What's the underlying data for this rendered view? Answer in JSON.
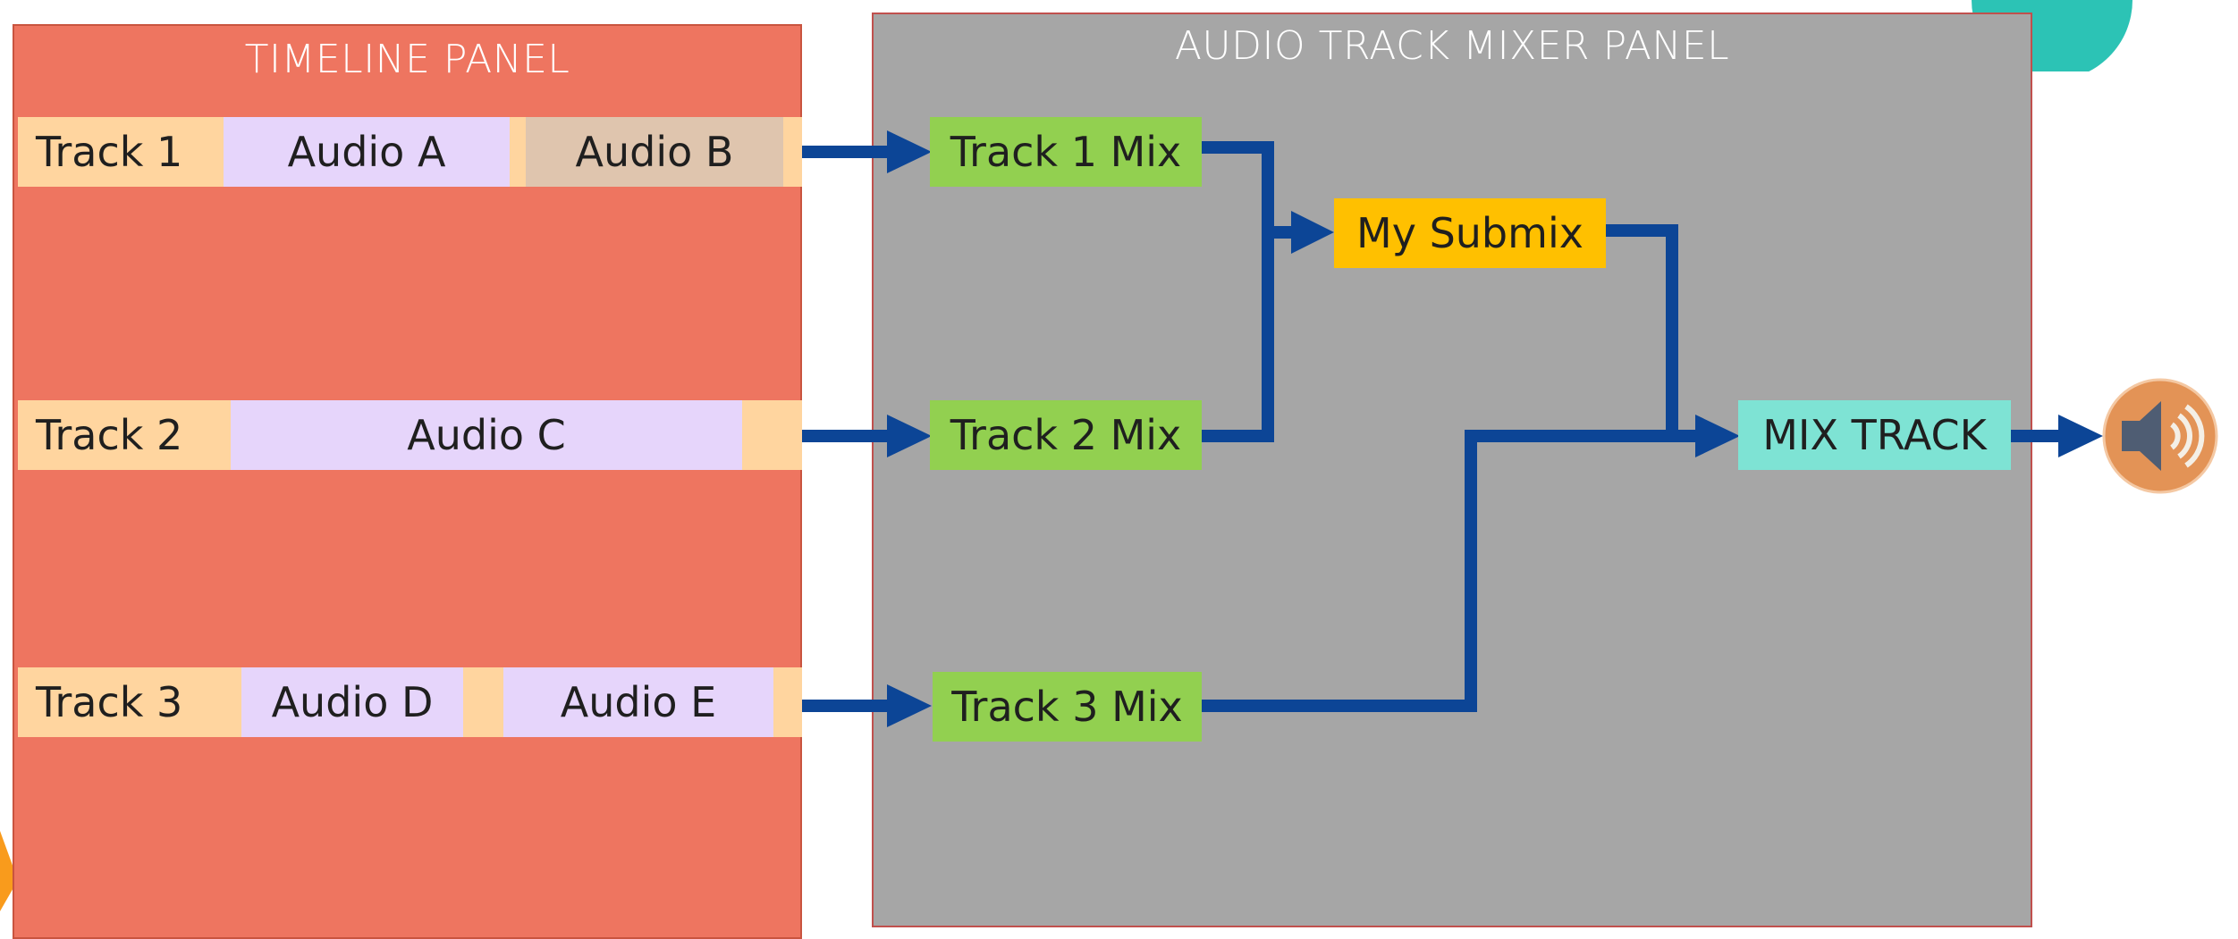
{
  "colors": {
    "timeline_bg": "#ee7560",
    "mixer_bg": "#a6a6a6",
    "track_label_bg": "#ffd59f",
    "audio_clip_bg": "#e6d5fb",
    "audio_clip_alt_bg": "#dfc5ae",
    "track_mix_bg": "#92d050",
    "submix_bg": "#ffc000",
    "mix_track_bg": "#7ee3d4",
    "wire": "#0c4596",
    "speaker_bg": "#e39356",
    "teal_decor": "#2cc3b5",
    "orange_decor": "#f99b1c"
  },
  "timeline": {
    "title": "TIMELINE PANEL",
    "tracks": [
      {
        "label": "Track 1",
        "clips": [
          "Audio A",
          "Audio B"
        ]
      },
      {
        "label": "Track 2",
        "clips": [
          "Audio C"
        ]
      },
      {
        "label": "Track 3",
        "clips": [
          "Audio D",
          "Audio E"
        ]
      }
    ]
  },
  "mixer": {
    "title": "AUDIO TRACK MIXER PANEL",
    "track_mixes": [
      "Track 1 Mix",
      "Track 2 Mix",
      "Track 3 Mix"
    ],
    "submix": "My Submix",
    "mix_track": "MIX TRACK"
  },
  "icons": {
    "output": "speaker-icon"
  }
}
